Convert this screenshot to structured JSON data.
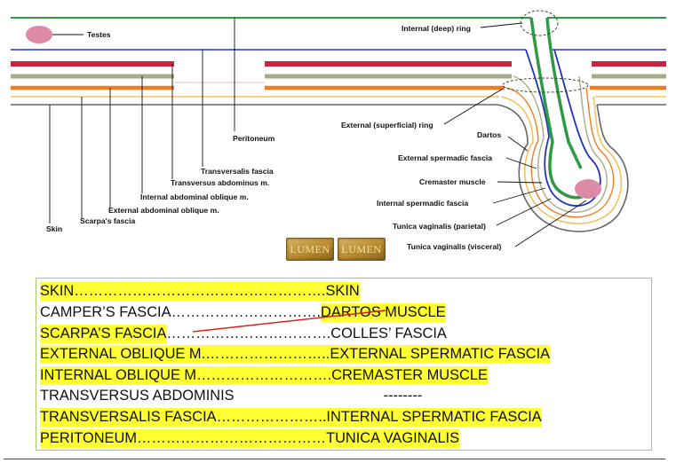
{
  "diagram": {
    "labels": {
      "testes": "Testes",
      "internal_ring": "Internal (deep) ring",
      "external_ring": "External (superficial) ring",
      "dartos": "Dartos",
      "external_spermatic": "External spermadic fascia",
      "cremaster": "Cremaster muscle",
      "internal_spermatic": "Internal spermadic fascia",
      "tunica_parietal": "Tunica vaginalis (parietal)",
      "tunica_visceral": "Tunica vaginalis (visceral)",
      "peritoneum": "Peritoneum",
      "transversalis": "Transversalis fascia",
      "transversus": "Transversus abdominus m.",
      "internal_oblique": "Internal abdominal oblique m.",
      "external_oblique": "External abdominal oblique m.",
      "scarpa": "Scarpa's fascia",
      "skin": "Skin"
    },
    "badges": [
      "LUMEN",
      "LUMEN"
    ],
    "colors": {
      "peritoneum": "#2f9a45",
      "transversalis": "#2233bb",
      "transversus": "#cc2244",
      "internal_oblique": "#a6ad84",
      "external_oblique": "#ee7d22",
      "scarpa": "#f2c25a",
      "skin": "#666666",
      "testis": "#dc8aa6"
    }
  },
  "table": {
    "rows": [
      {
        "left": "SKIN",
        "dots": "…………………………………………….",
        "right": "SKIN",
        "left_hl": true,
        "right_hl": true
      },
      {
        "left": "CAMPER’S FASCIA",
        "dots": "………………………….",
        "right": "DARTOS MUSCLE",
        "left_hl": false,
        "right_hl": true
      },
      {
        "left": "SCARPA’S FASCIA",
        "dots": "…………………………….",
        "right": "COLLES’ FASCIA",
        "left_hl": true,
        "right_hl": false
      },
      {
        "left": "EXTERNAL OBLIQUE M",
        "dots": ".……………………..",
        "right": "EXTERNAL SPERMATIC FASCIA",
        "left_hl": true,
        "right_hl": true
      },
      {
        "left": "INTERNAL OBLIQUE M",
        "dots": "……………………….",
        "right": "CREMASTER MUSCLE",
        "left_hl": true,
        "right_hl": true
      },
      {
        "left": "TRANSVERSUS ABDOMINIS",
        "dots": "",
        "right": "--------",
        "left_hl": false,
        "right_hl": false
      },
      {
        "left": "TRANSVERSALIS FASCIA",
        "dots": "…………………..",
        "right": "INTERNAL SPERMATIC FASCIA",
        "left_hl": true,
        "right_hl": true
      },
      {
        "left": "PERITONEUM",
        "dots": "…………………………………",
        "right": "TUNICA VAGINALIS",
        "left_hl": true,
        "right_hl": true
      }
    ],
    "colors": {
      "highlight": "#ffff33",
      "connector": "#e02020",
      "border": "#a9c86a"
    }
  }
}
